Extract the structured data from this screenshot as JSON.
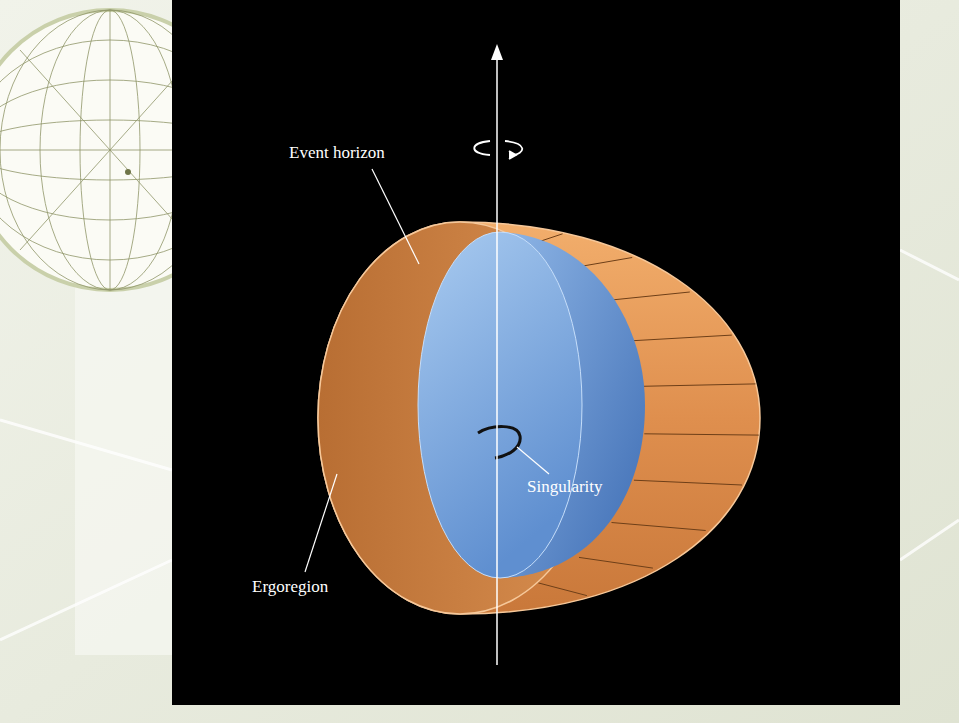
{
  "diagram": {
    "labels": [
      "Event horizon",
      "Singularity",
      "Ergoregion"
    ]
  }
}
